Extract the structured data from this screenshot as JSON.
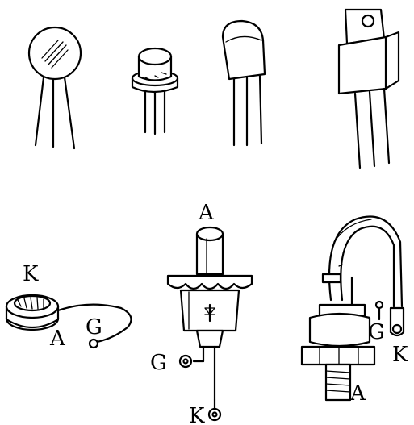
{
  "labels": {
    "device5": {
      "cathode": "K",
      "anode": "A",
      "gate": "G"
    },
    "device6": {
      "anode": "A",
      "gate": "G",
      "cathode": "K"
    },
    "device7": {
      "gate": "G",
      "cathode": "K",
      "anode": "A"
    }
  },
  "colors": {
    "ink": "#000000",
    "paper": "#ffffff"
  }
}
